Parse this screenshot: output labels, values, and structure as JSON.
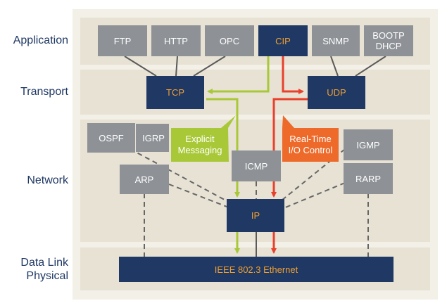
{
  "layers": {
    "application": "Application",
    "transport": "Transport",
    "network": "Network",
    "datalink_line1": "Data Link",
    "datalink_line2": "Physical"
  },
  "application_protocols": {
    "ftp": "FTP",
    "http": "HTTP",
    "opc": "OPC",
    "cip": "CIP",
    "snmp": "SNMP",
    "bootp_line1": "BOOTP",
    "bootp_line2": "DHCP"
  },
  "transport_protocols": {
    "tcp": "TCP",
    "udp": "UDP"
  },
  "network_protocols": {
    "ospf": "OSPF",
    "igrp": "IGRP",
    "arp": "ARP",
    "icmp": "ICMP",
    "igmp": "IGMP",
    "rarp": "RARP",
    "ip": "IP"
  },
  "callouts": {
    "explicit_line1": "Explicit",
    "explicit_line2": "Messaging",
    "realtime_line1": "Real-Time",
    "realtime_line2": "I/O Control"
  },
  "datalink": {
    "ethernet": "IEEE 802.3 Ethernet"
  },
  "colors": {
    "navy": "#1f3864",
    "orange_text": "#f0a030",
    "gray_box": "#8e9297",
    "explicit_green": "#a8c838",
    "realtime_orange": "#ee6a2a",
    "red_path": "#e8402c",
    "dashed_line": "#666666"
  }
}
